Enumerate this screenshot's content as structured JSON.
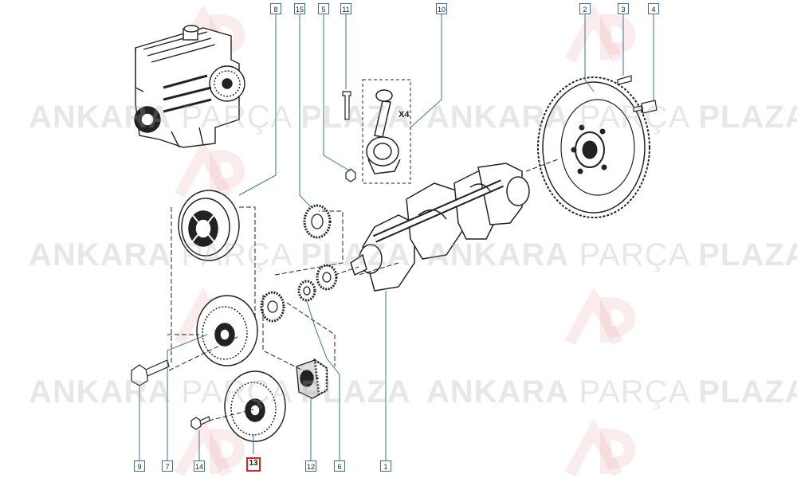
{
  "watermark": {
    "brand_a": "ANKARA",
    "brand_b": "PARÇA",
    "brand_c": "PLAZA"
  },
  "callouts": {
    "c1": "1",
    "c2": "2",
    "c3": "3",
    "c4": "4",
    "c5": "5",
    "c6": "6",
    "c7": "7",
    "c8": "8",
    "c9": "9",
    "c10": "10",
    "c11": "11",
    "c12": "12",
    "c13": "13",
    "c14": "14",
    "c15": "15"
  },
  "selected_part": "13",
  "quantity_label": "X4",
  "colors": {
    "callout_border": "#3d6f9a",
    "selected_border": "#e02020",
    "watermark": "#aaaaaa",
    "logo_red": "#e0a0a0"
  }
}
